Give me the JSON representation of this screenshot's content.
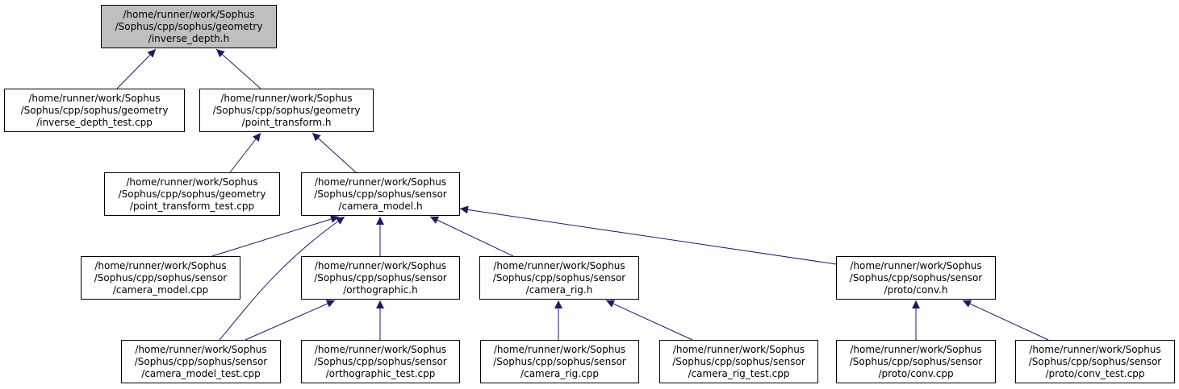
{
  "graph": {
    "colors": {
      "edge": "#191970",
      "root_fill": "#bfbfbf",
      "node_fill": "#ffffff",
      "border": "#000000"
    },
    "nodes": [
      {
        "id": "n0",
        "root": true,
        "lines": [
          "/home/runner/work/Sophus",
          "/Sophus/cpp/sophus/geometry",
          "/inverse_depth.h"
        ]
      },
      {
        "id": "n1",
        "lines": [
          "/home/runner/work/Sophus",
          "/Sophus/cpp/sophus/geometry",
          "/inverse_depth_test.cpp"
        ]
      },
      {
        "id": "n2",
        "lines": [
          "/home/runner/work/Sophus",
          "/Sophus/cpp/sophus/geometry",
          "/point_transform.h"
        ]
      },
      {
        "id": "n3",
        "lines": [
          "/home/runner/work/Sophus",
          "/Sophus/cpp/sophus/geometry",
          "/point_transform_test.cpp"
        ]
      },
      {
        "id": "n4",
        "lines": [
          "/home/runner/work/Sophus",
          "/Sophus/cpp/sophus/sensor",
          "/camera_model.h"
        ]
      },
      {
        "id": "n5",
        "lines": [
          "/home/runner/work/Sophus",
          "/Sophus/cpp/sophus/sensor",
          "/camera_model.cpp"
        ]
      },
      {
        "id": "n6",
        "lines": [
          "/home/runner/work/Sophus",
          "/Sophus/cpp/sophus/sensor",
          "/orthographic.h"
        ]
      },
      {
        "id": "n7",
        "lines": [
          "/home/runner/work/Sophus",
          "/Sophus/cpp/sophus/sensor",
          "/camera_rig.h"
        ]
      },
      {
        "id": "n8",
        "lines": [
          "/home/runner/work/Sophus",
          "/Sophus/cpp/sophus/sensor",
          "/proto/conv.h"
        ]
      },
      {
        "id": "n9",
        "lines": [
          "/home/runner/work/Sophus",
          "/Sophus/cpp/sophus/sensor",
          "/camera_model_test.cpp"
        ]
      },
      {
        "id": "n10",
        "lines": [
          "/home/runner/work/Sophus",
          "/Sophus/cpp/sophus/sensor",
          "/orthographic_test.cpp"
        ]
      },
      {
        "id": "n11",
        "lines": [
          "/home/runner/work/Sophus",
          "/Sophus/cpp/sophus/sensor",
          "/camera_rig.cpp"
        ]
      },
      {
        "id": "n12",
        "lines": [
          "/home/runner/work/Sophus",
          "/Sophus/cpp/sophus/sensor",
          "/camera_rig_test.cpp"
        ]
      },
      {
        "id": "n13",
        "lines": [
          "/home/runner/work/Sophus",
          "/Sophus/cpp/sophus/sensor",
          "/proto/conv.cpp"
        ]
      },
      {
        "id": "n14",
        "lines": [
          "/home/runner/work/Sophus",
          "/Sophus/cpp/sophus/sensor",
          "/proto/conv_test.cpp"
        ]
      }
    ],
    "edges": [
      {
        "from": "n1",
        "to": "n0"
      },
      {
        "from": "n2",
        "to": "n0"
      },
      {
        "from": "n3",
        "to": "n2"
      },
      {
        "from": "n4",
        "to": "n2"
      },
      {
        "from": "n5",
        "to": "n4"
      },
      {
        "from": "n9",
        "to": "n4"
      },
      {
        "from": "n6",
        "to": "n4"
      },
      {
        "from": "n7",
        "to": "n4"
      },
      {
        "from": "n8",
        "to": "n4"
      },
      {
        "from": "n9",
        "to": "n6"
      },
      {
        "from": "n10",
        "to": "n6"
      },
      {
        "from": "n11",
        "to": "n7"
      },
      {
        "from": "n12",
        "to": "n7"
      },
      {
        "from": "n13",
        "to": "n8"
      },
      {
        "from": "n14",
        "to": "n8"
      }
    ]
  }
}
